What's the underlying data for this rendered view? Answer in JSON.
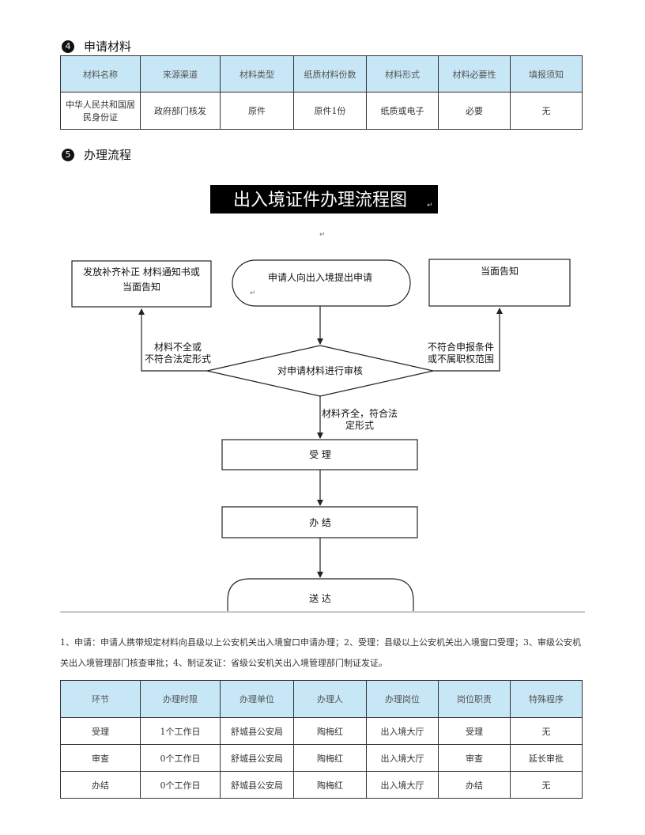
{
  "section4": {
    "number": "4",
    "title": "申请材料"
  },
  "materials_table": {
    "headers": [
      "材料名称",
      "来源渠道",
      "材料类型",
      "纸质材料份数",
      "材料形式",
      "材料必要性",
      "填报须知"
    ],
    "rows": [
      [
        "中华人民共和国居民身份证",
        "政府部门核发",
        "原件",
        "原件1份",
        "纸质或电子",
        "必要",
        "无"
      ]
    ]
  },
  "section5": {
    "number": "5",
    "title": "办理流程"
  },
  "flowchart": {
    "banner": "出入境证件办理流程图",
    "para_mark": "↵",
    "left_box": [
      "发放补齐补正 材料通知书或",
      "当面告知"
    ],
    "start": "申请人向出入境提出申请",
    "right_box": "当面告知",
    "left_branch": [
      "材料不全或",
      "不符合法定形式"
    ],
    "right_branch": [
      "不符合申报条件",
      "或不属职权范围"
    ],
    "review": "对申请材料进行审核",
    "pass": [
      "材料齐全，符合法",
      "定形式"
    ],
    "step_accept": "受  理",
    "step_conclude": "办 结",
    "step_deliver": "送 达"
  },
  "description": "1、申请：申请人携带规定材料向县级以上公安机关出入境窗口申请办理；2、受理：县级以上公安机关出入境窗口受理；3、审级公安机关出入境管理部门核查审批；4、制证发证：省级公安机关出入境管理部门制证发证。",
  "process_table": {
    "headers": [
      "环节",
      "办理时限",
      "办理单位",
      "办理人",
      "办理岗位",
      "岗位职责",
      "特殊程序"
    ],
    "rows": [
      [
        "受理",
        "1个工作日",
        "舒城县公安局",
        "陶梅红",
        "出入境大厅",
        "受理",
        "无"
      ],
      [
        "审查",
        "0个工作日",
        "舒城县公安局",
        "陶梅红",
        "出入境大厅",
        "审查",
        "延长审批"
      ],
      [
        "办结",
        "0个工作日",
        "舒城县公安局",
        "陶梅红",
        "出入境大厅",
        "办结",
        "无"
      ]
    ]
  }
}
